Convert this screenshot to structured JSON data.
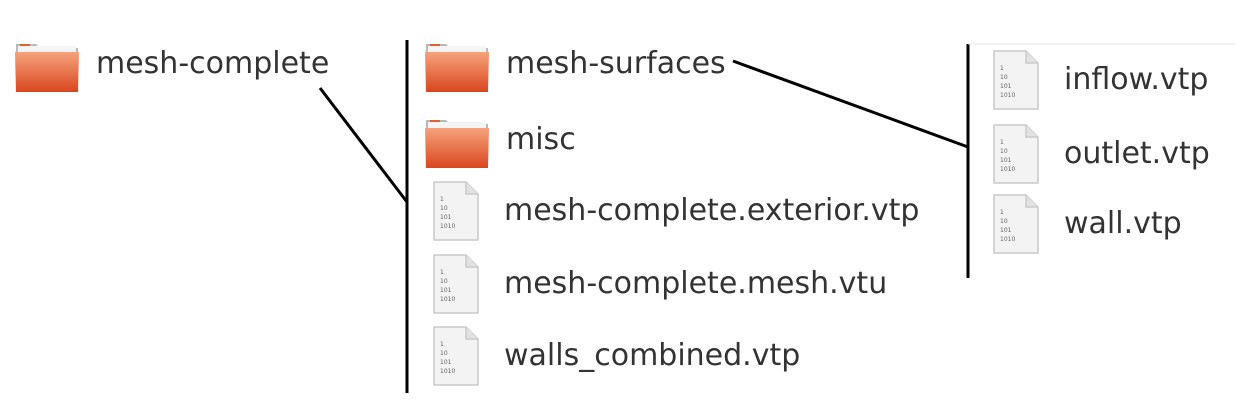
{
  "root": {
    "label": "mesh-complete",
    "icon": "folder-icon"
  },
  "level1": {
    "items": [
      {
        "label": "mesh-surfaces",
        "type": "folder",
        "icon": "folder-icon"
      },
      {
        "label": "misc",
        "type": "folder",
        "icon": "folder-icon"
      },
      {
        "label": "mesh-complete.exterior.vtp",
        "type": "file",
        "icon": "binary-file-icon"
      },
      {
        "label": "mesh-complete.mesh.vtu",
        "type": "file",
        "icon": "binary-file-icon"
      },
      {
        "label": "walls_combined.vtp",
        "type": "file",
        "icon": "binary-file-icon"
      }
    ]
  },
  "level2": {
    "items": [
      {
        "label": "inflow.vtp",
        "type": "file",
        "icon": "binary-file-icon"
      },
      {
        "label": "outlet.vtp",
        "type": "file",
        "icon": "binary-file-icon"
      },
      {
        "label": "wall.vtp",
        "type": "file",
        "icon": "binary-file-icon"
      }
    ]
  },
  "file_icon_text": [
    "1",
    "10",
    "101",
    "1010"
  ],
  "colors": {
    "folder_top": "#f08a5d",
    "folder_bottom": "#d9461f",
    "file_fill": "#f1f1f1",
    "connector": "#000000"
  }
}
